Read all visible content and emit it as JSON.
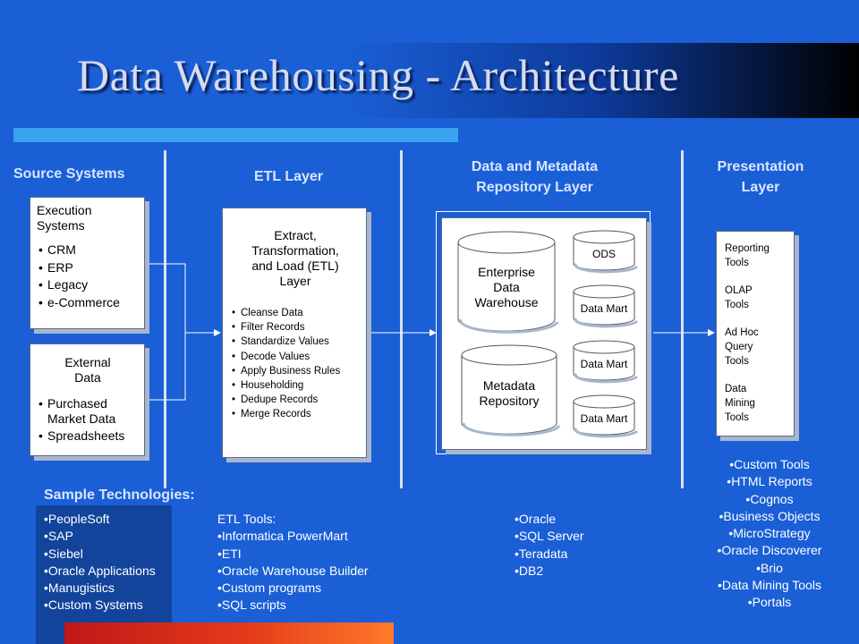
{
  "title": "Data Warehousing - Architecture",
  "headers": {
    "source": "Source Systems",
    "etl": "ETL Layer",
    "repo_line1": "Data and Metadata",
    "repo_line2": "Repository Layer",
    "presentation_line1": "Presentation",
    "presentation_line2": "Layer"
  },
  "source": {
    "execution": {
      "title_line1": "Execution",
      "title_line2": "Systems",
      "items": [
        "CRM",
        "ERP",
        "Legacy",
        "e-Commerce"
      ]
    },
    "external": {
      "title_line1": "External",
      "title_line2": "Data",
      "items": [
        "Purchased Market Data",
        "Spreadsheets"
      ]
    }
  },
  "etl": {
    "title_lines": [
      "Extract,",
      "Transformation,",
      "and Load (ETL)",
      "Layer"
    ],
    "items": [
      "Cleanse Data",
      "Filter Records",
      "Standardize Values",
      "Decode Values",
      "Apply Business Rules",
      "Householding",
      "Dedupe Records",
      "Merge Records"
    ]
  },
  "repository": {
    "edw_lines": [
      "Enterprise",
      "Data",
      "Warehouse"
    ],
    "metadata_lines": [
      "Metadata",
      "Repository"
    ],
    "ods": "ODS",
    "data_mart": "Data Mart"
  },
  "presentation": {
    "tools": [
      [
        "Reporting",
        "Tools"
      ],
      [
        "OLAP",
        "Tools"
      ],
      [
        "Ad Hoc",
        "Query",
        "Tools"
      ],
      [
        "Data",
        "Mining",
        "Tools"
      ]
    ],
    "products": [
      "•Custom Tools",
      "•HTML Reports",
      "•Cognos",
      "•Business Objects",
      "•MicroStrategy",
      "•Oracle Discoverer",
      "•Brio",
      "•Data Mining Tools",
      "•Portals"
    ]
  },
  "sample": {
    "heading": "Sample Technologies:",
    "source_list": [
      "•PeopleSoft",
      "•SAP",
      "•Siebel",
      "•Oracle Applications",
      "•Manugistics",
      "•Custom Systems"
    ],
    "etl_list": [
      "ETL Tools:",
      "•Informatica PowerMart",
      "•ETI",
      "•Oracle Warehouse Builder",
      "•Custom programs",
      "•SQL scripts"
    ],
    "db_list": [
      "•Oracle",
      "•SQL Server",
      "•Teradata",
      "•DB2"
    ]
  },
  "colors": {
    "background": "#1a5fd6",
    "header_text": "#d8e6ff",
    "accent_stripe": "#3aa0f0"
  }
}
